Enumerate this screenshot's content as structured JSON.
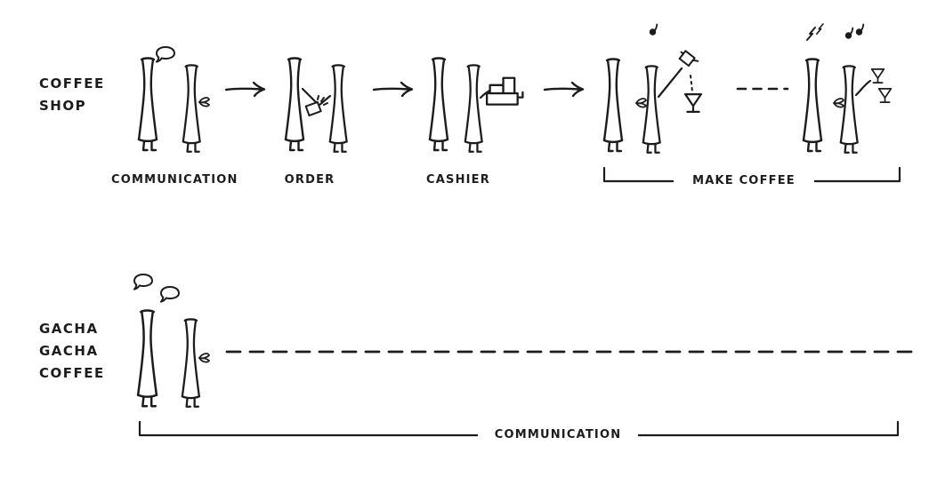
{
  "canvas": {
    "background": "#ffffff",
    "ink": "#1c1c1c"
  },
  "coffee_shop_row": {
    "title_lines": [
      "COFFEE",
      "SHOP"
    ],
    "step_labels": [
      "COMMUNICATION",
      "ORDER",
      "CASHIER"
    ],
    "bracket_label": "MAKE COFFEE"
  },
  "gacha_row": {
    "title_lines": [
      "GACHA",
      "GACHA",
      "COFFEE"
    ],
    "bracket_label": "COMMUNICATION"
  },
  "icons": {
    "customer_figure": "tall standing person",
    "barista_figure": "person with apron bow",
    "speech_bubble": "speech bubble",
    "apron_bow": "apron bow ribbon",
    "arrow_right": "hand-drawn right arrow",
    "order_note": "order slip with emphasis sparks",
    "cash_register": "cash register with crank",
    "kettle": "tilted pouring kettle",
    "coffee_glass": "stemmed coffee glass",
    "steam_drop": "steam drop note",
    "spark": "excitement zigzag spark",
    "scene_gap_dashes": "short dashed continuation",
    "timeline_dashes": "long dashed timeline"
  }
}
